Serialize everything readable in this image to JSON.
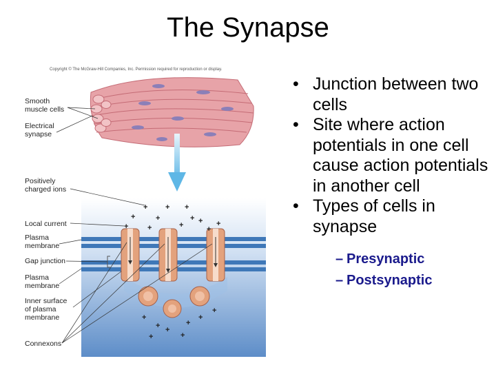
{
  "title": "The Synapse",
  "bullets": [
    "Junction between two cells",
    "Site where action potentials in one cell cause action potentials in another cell",
    "Types of cells in synapse"
  ],
  "sub_bullets": [
    "Presynaptic",
    "Postsynaptic"
  ],
  "figure": {
    "copyright": "Copyright © The McGraw-Hill Companies, Inc. Permission required for reproduction or display.",
    "labels": {
      "smooth1": "Smooth",
      "smooth2": "muscle cells",
      "elec1": "Electrical",
      "elec2": "synapse",
      "pos1": "Positively",
      "pos2": "charged ions",
      "local": "Local current",
      "plasma1a": "Plasma",
      "plasma1b": "membrane",
      "gap": "Gap junction",
      "plasma2a": "Plasma",
      "plasma2b": "membrane",
      "inner1": "Inner surface",
      "inner2": "of plasma",
      "inner3": "membrane",
      "connexons": "Connexons"
    },
    "colors": {
      "muscle": "#e7a3a8",
      "membrane": "#4a86c5",
      "fluid": "#7aa3d6",
      "arrow": "#5fb7e6",
      "connexon": "#e3a27d"
    }
  }
}
